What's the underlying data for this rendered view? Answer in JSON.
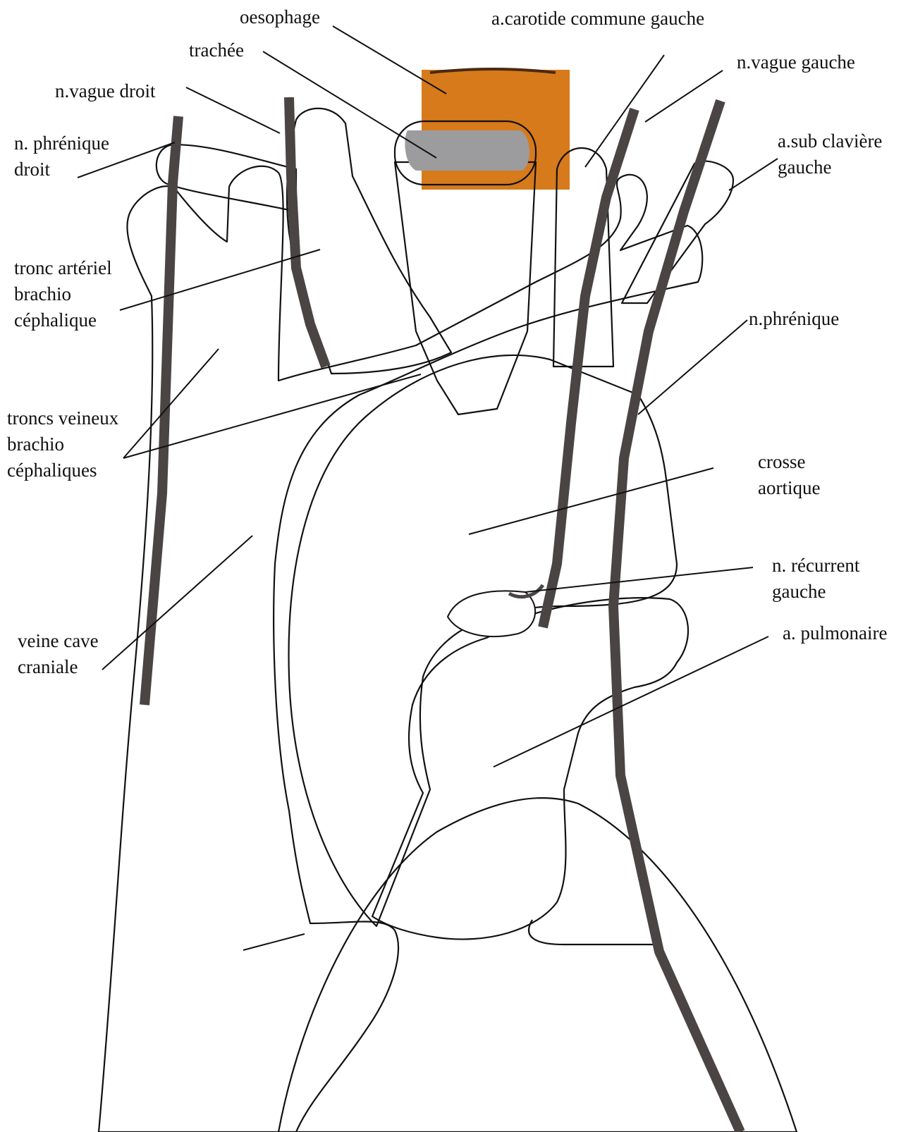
{
  "labels": {
    "oesophage": "oesophage",
    "carotide": "a.carotide commune gauche",
    "trachee": "trachée",
    "vague_gauche": "n.vague gauche",
    "vague_droit": "n.vague droit",
    "phrenique_droit": [
      "n. phrénique",
      "droit"
    ],
    "sub_claviere": [
      "a.sub clavière",
      "gauche"
    ],
    "tronc_arteriel": [
      "tronc artériel",
      "brachio",
      "céphalique"
    ],
    "phrenique": "n.phrénique",
    "troncs_veineux": [
      "troncs veineux",
      "brachio",
      "céphaliques"
    ],
    "crosse": [
      "crosse",
      "aortique"
    ],
    "recurrent": [
      "n. récurrent",
      "gauche"
    ],
    "pulmonaire": "a. pulmonaire",
    "veine_cave": [
      "veine cave",
      "craniale"
    ]
  },
  "colors": {
    "artery": "#dc1738",
    "vein": "#2585c0",
    "heart": "#9a0e2c",
    "trachea": "#f2b0dc",
    "trachea_lumen": "#9c9c9e",
    "trachea_ring": "#e3a9be",
    "oesophagus": "#d67a1c",
    "pulmonary": "#dfabb6",
    "nerve": "#4a4544"
  }
}
